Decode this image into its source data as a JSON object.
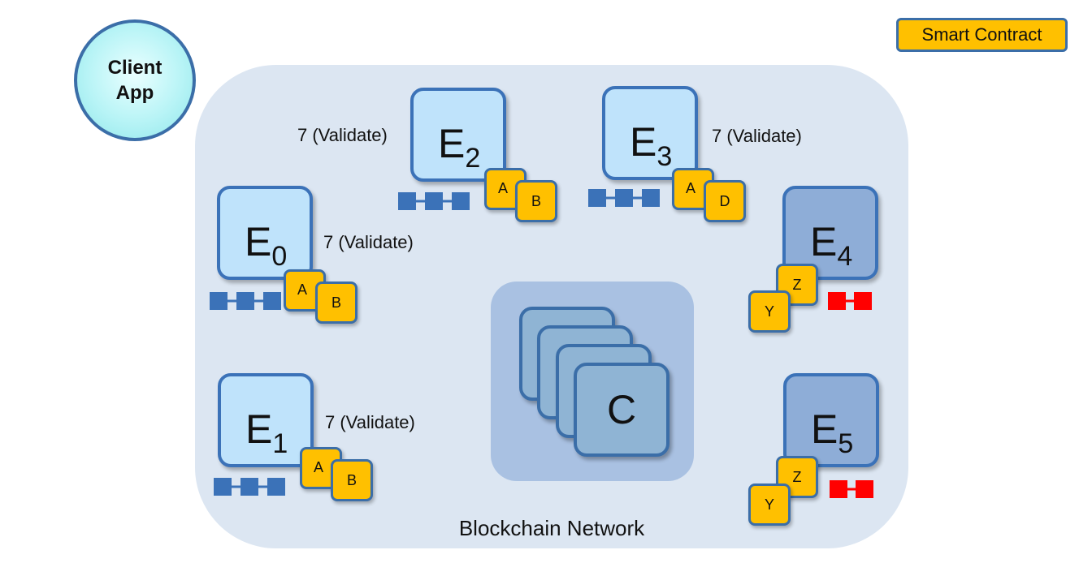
{
  "client_app": {
    "line1": "Client",
    "line2": "App"
  },
  "legend": {
    "label": "Smart Contract",
    "color": "#ffc000"
  },
  "network": {
    "label": "Blockchain Network"
  },
  "orderer": {
    "label": "C"
  },
  "colors": {
    "ledger_blue": "#3b72b8",
    "ledger_red": "#ff0000",
    "peer_light": "#bfe3fb",
    "peer_dark": "#8eadd7"
  },
  "peers": [
    {
      "name": "E",
      "index": "0",
      "validate": "7 (Validate)",
      "contracts": [
        "A",
        "B"
      ],
      "ledger_blocks": 3,
      "ledger_color": "blue"
    },
    {
      "name": "E",
      "index": "1",
      "validate": "7 (Validate)",
      "contracts": [
        "A",
        "B"
      ],
      "ledger_blocks": 3,
      "ledger_color": "blue"
    },
    {
      "name": "E",
      "index": "2",
      "validate": "7 (Validate)",
      "contracts": [
        "A",
        "B"
      ],
      "ledger_blocks": 3,
      "ledger_color": "blue"
    },
    {
      "name": "E",
      "index": "3",
      "validate": "7 (Validate)",
      "contracts": [
        "A",
        "D"
      ],
      "ledger_blocks": 3,
      "ledger_color": "blue"
    },
    {
      "name": "E",
      "index": "4",
      "contracts": [
        "Z",
        "Y"
      ],
      "ledger_blocks": 2,
      "ledger_color": "red"
    },
    {
      "name": "E",
      "index": "5",
      "contracts": [
        "Z",
        "Y"
      ],
      "ledger_blocks": 2,
      "ledger_color": "red"
    }
  ]
}
